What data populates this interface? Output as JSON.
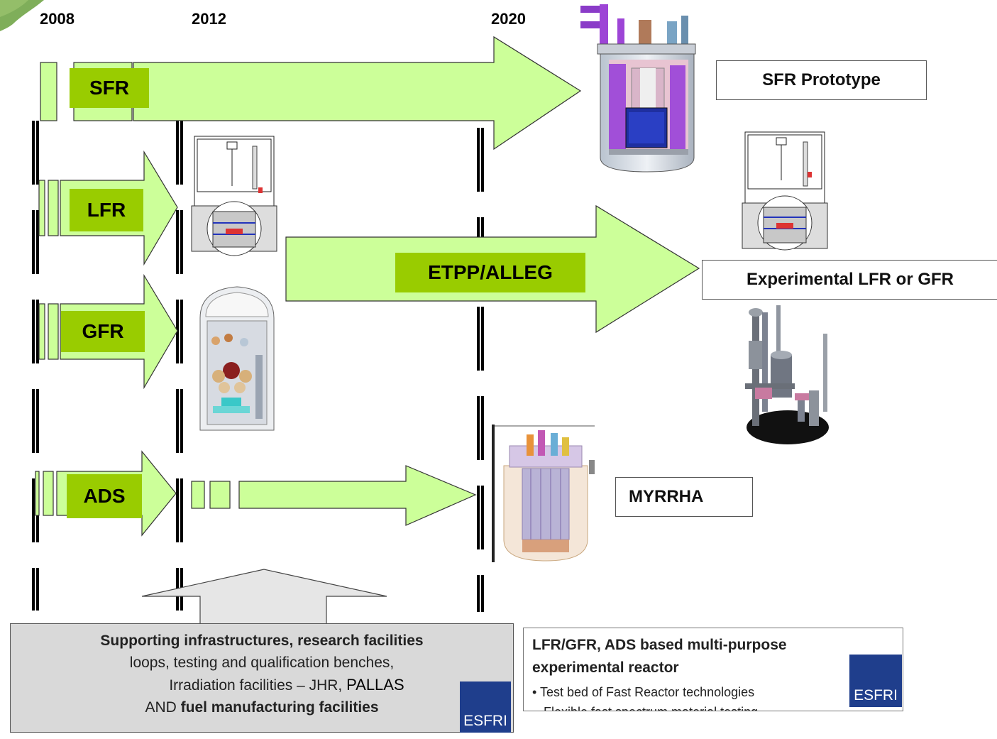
{
  "years": [
    "2008",
    "2012",
    "2020"
  ],
  "tracks": {
    "sfr": "SFR",
    "lfr": "LFR",
    "gfr": "GFR",
    "ads": "ADS",
    "etpp": "ETPP/ALLEG"
  },
  "outcomes": {
    "sfr_prototype": "SFR Prototype",
    "experimental": "Experimental LFR or GFR",
    "myrrha": "MYRRHA"
  },
  "support": {
    "line1": "Supporting infrastructures, research facilities",
    "line2": "loops, testing and qualification benches,",
    "line3_a": "Irradiation facilities – JHR,",
    "line3_b": "PALLAS",
    "line4_a": "AND",
    "line4_b": "fuel manufacturing facilities"
  },
  "info": {
    "title_1": "LFR/GFR, ADS based multi-purpose",
    "title_2": "experimental reactor",
    "bullet": "Test bed of Fast Reactor technologies",
    "bullet_cut": "Flexible fast spectrum material testing"
  },
  "logos": {
    "esfri_left": "ESFRI",
    "esfri_right": "ESFRI"
  },
  "colors": {
    "arrow_fill": "#ccff99",
    "label_fill": "#99cc00",
    "esfri_blue": "#1f3e8c"
  }
}
